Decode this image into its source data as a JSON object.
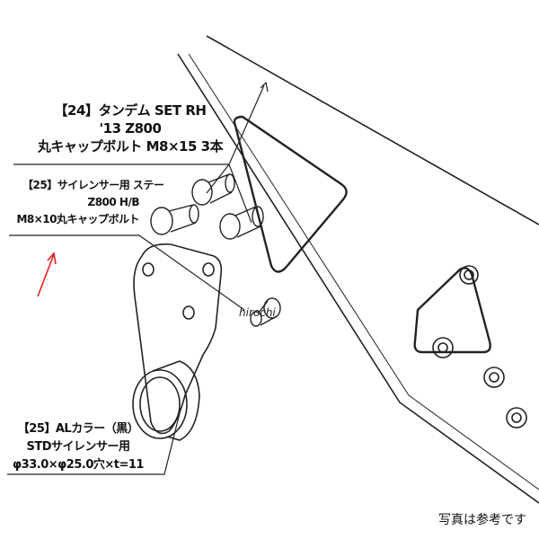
{
  "labels": {
    "part24": {
      "line1": "【24】タンデム SET RH",
      "line2": "'13 Z800",
      "line3": "丸キャップボルト M8×15 3本"
    },
    "part25_stay": {
      "line1": "【25】サイレンサー用 ステー",
      "line2": "Z800 H/B",
      "line3": "M8×10丸キャップボルト"
    },
    "part25_collar": {
      "line1": "【25】ALカラー（黒）",
      "line2": "STDサイレンサー用",
      "line3": "φ33.0×φ25.0穴×t=11"
    }
  },
  "watermark": "hirochi",
  "note": "写真は参考です",
  "colors": {
    "line": "#222222",
    "arrow": "#e02020"
  }
}
